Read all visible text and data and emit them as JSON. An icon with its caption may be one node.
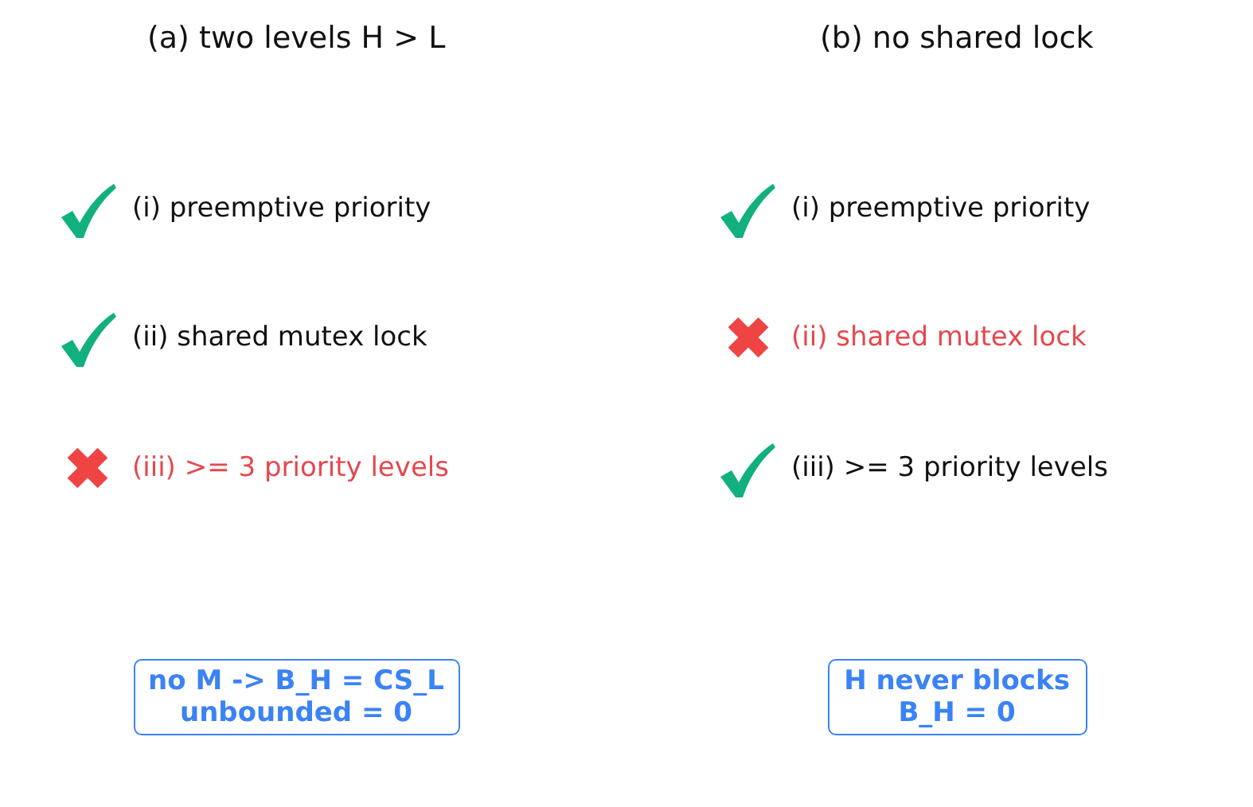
{
  "diagram": {
    "nodes": [
      {
        "text": [
          "no M -> B_H = CS_L unbounded = 0"
        ]
      },
      {
        "text": [
          "H never blocks B_H = 0"
        ]
      }
    ],
    "labels": [
      "(a) two levels H > L",
      "(i) preemptive priority",
      "(ii) shared mutex lock",
      "(iii) >= 3 priority levels",
      "(b) no shared lock",
      "(i) preemptive priority",
      "(ii) shared mutex lock",
      "(iii) >= 3 priority levels"
    ]
  }
}
